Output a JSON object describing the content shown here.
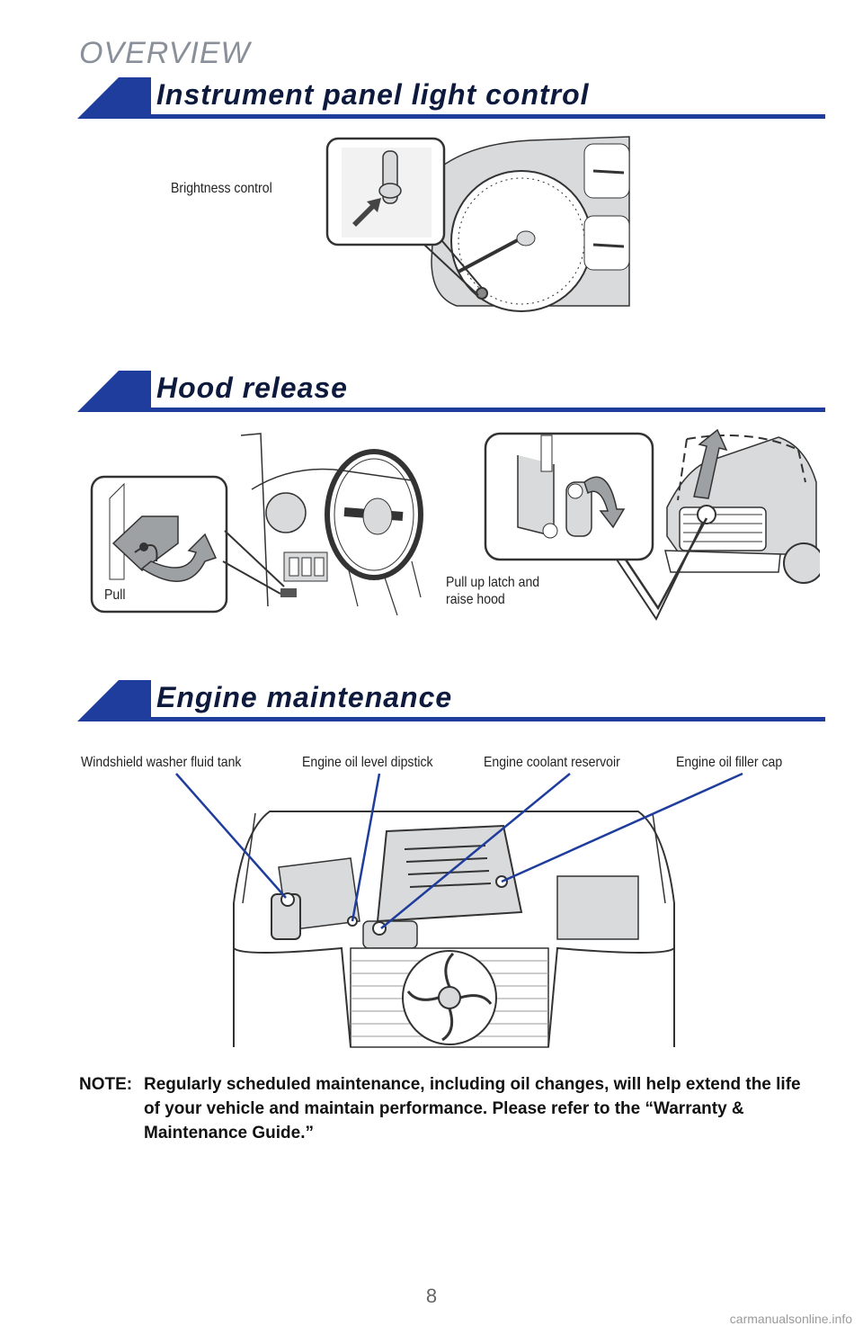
{
  "page": {
    "section": "OVERVIEW",
    "page_number": "8",
    "watermark": "carmanualsonline.info"
  },
  "instrument_panel": {
    "title": "Instrument panel light control",
    "brightness_label": "Brightness control"
  },
  "hood_release": {
    "title": "Hood release",
    "pull_label": "Pull",
    "latch_label_line1": "Pull up latch and",
    "latch_label_line2": "raise hood"
  },
  "engine_maintenance": {
    "title": "Engine maintenance",
    "callouts": [
      "Windshield washer fluid tank",
      "Engine oil level dipstick",
      "Engine coolant reservoir",
      "Engine oil filler cap"
    ]
  },
  "note": {
    "head": "NOTE:",
    "body": "Regularly scheduled maintenance, including oil changes, will help extend the life of your vehicle and maintain performance. Please refer to the “Warranty & Maintenance Guide.”"
  },
  "colors": {
    "accent_blue": "#1f3d9c",
    "gray_fill": "#d9dadb",
    "arrow_gray": "#9ea1a4"
  }
}
